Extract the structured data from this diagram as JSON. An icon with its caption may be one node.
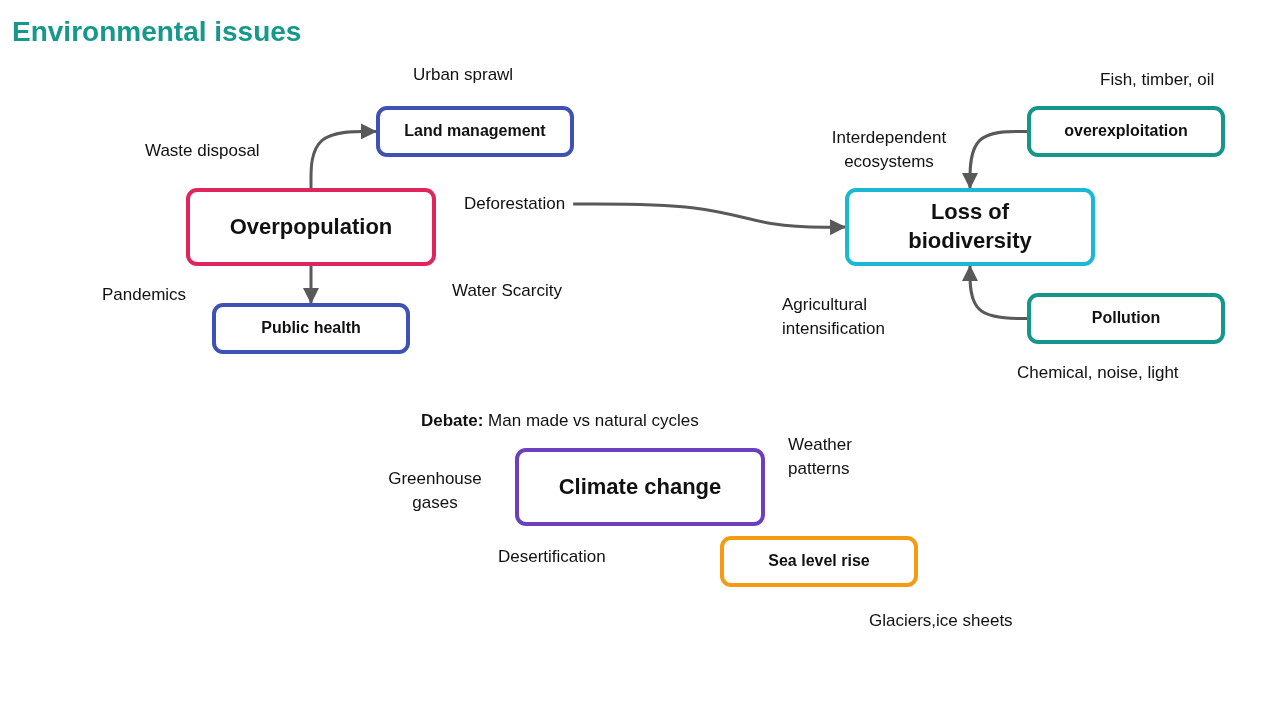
{
  "diagram": {
    "title": "Environmental issues",
    "nodes": [
      {
        "text": [
          "Overpopulation"
        ]
      },
      {
        "text": [
          "Land management"
        ],
        "beside": [
          "Urban sprawl"
        ]
      },
      {
        "text": [
          "Public health"
        ]
      },
      {
        "text": [
          "Deforestation"
        ]
      },
      {
        "text": [
          "Loss of biodiversity"
        ]
      },
      {
        "text": [
          "overexploitation"
        ],
        "beside": [
          "Fish, timber, oil"
        ]
      },
      {
        "text": [
          "Pollution"
        ],
        "beside": [
          "Chemical, noise, light"
        ]
      },
      {
        "text": [
          "Climate change"
        ]
      },
      {
        "text": [
          "Sea level rise"
        ],
        "beside": [
          "Glaciers,ice sheets"
        ]
      }
    ],
    "edges": [
      {
        "from": 0,
        "to": 1,
        "arrow": "to"
      },
      {
        "from": 0,
        "to": 2,
        "arrow": "to"
      },
      {
        "from": 3,
        "to": 4,
        "arrow": "to"
      },
      {
        "from": 5,
        "to": 4,
        "arrow": "to"
      },
      {
        "from": 6,
        "to": 4,
        "arrow": "to"
      }
    ],
    "labels": [
      "Waste disposal",
      "Pandemics",
      "Water Scarcity",
      "Interdependent ecosystems",
      "Agricultural intensification",
      "**Debate:** Man made vs natural cycles",
      "Weather patterns",
      "Greenhouse gases",
      "Desertification"
    ]
  }
}
